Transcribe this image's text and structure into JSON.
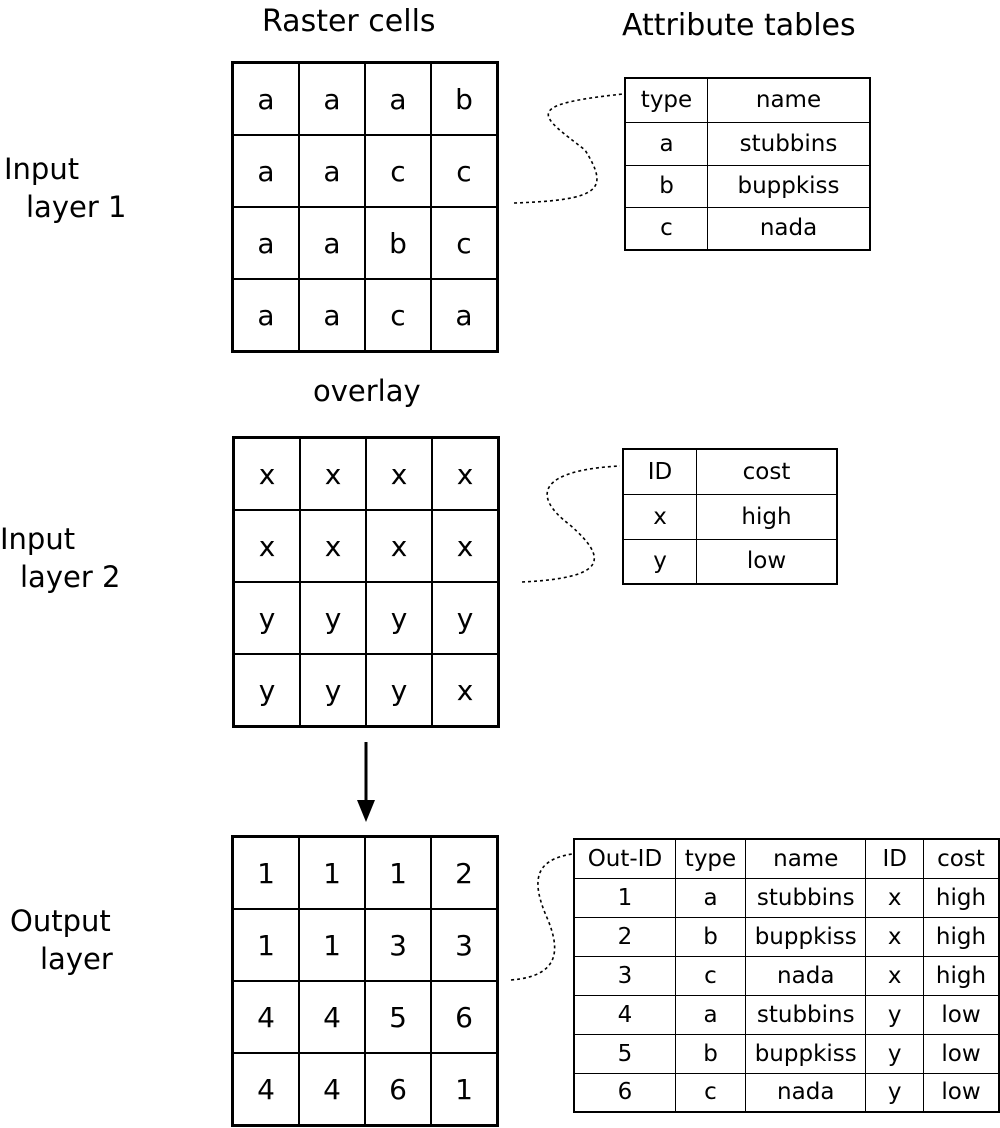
{
  "headers": {
    "raster": "Raster cells",
    "attr": "Attribute tables",
    "overlay": "overlay"
  },
  "layers": [
    {
      "label": [
        "Input",
        "layer 1"
      ],
      "cells": [
        [
          "a",
          "a",
          "a",
          "b"
        ],
        [
          "a",
          "a",
          "c",
          "c"
        ],
        [
          "a",
          "a",
          "b",
          "c"
        ],
        [
          "a",
          "a",
          "c",
          "a"
        ]
      ]
    },
    {
      "label": [
        "Input",
        "layer 2"
      ],
      "cells": [
        [
          "x",
          "x",
          "x",
          "x"
        ],
        [
          "x",
          "x",
          "x",
          "x"
        ],
        [
          "y",
          "y",
          "y",
          "y"
        ],
        [
          "y",
          "y",
          "y",
          "x"
        ]
      ]
    },
    {
      "label": [
        "Output",
        "layer"
      ],
      "cells": [
        [
          "1",
          "1",
          "1",
          "2"
        ],
        [
          "1",
          "1",
          "3",
          "3"
        ],
        [
          "4",
          "4",
          "5",
          "6"
        ],
        [
          "4",
          "4",
          "6",
          "1"
        ]
      ]
    }
  ],
  "tables": [
    {
      "columns": [
        "type",
        "name"
      ],
      "rows": [
        [
          "a",
          "stubbins"
        ],
        [
          "b",
          "buppkiss"
        ],
        [
          "c",
          "nada"
        ]
      ]
    },
    {
      "columns": [
        "ID",
        "cost"
      ],
      "rows": [
        [
          "x",
          "high"
        ],
        [
          "y",
          "low"
        ]
      ]
    },
    {
      "columns": [
        "Out-ID",
        "type",
        "name",
        "ID",
        "cost"
      ],
      "rows": [
        [
          "1",
          "a",
          "stubbins",
          "x",
          "high"
        ],
        [
          "2",
          "b",
          "buppkiss",
          "x",
          "high"
        ],
        [
          "3",
          "c",
          "nada",
          "x",
          "high"
        ],
        [
          "4",
          "a",
          "stubbins",
          "y",
          "low"
        ],
        [
          "5",
          "b",
          "buppkiss",
          "y",
          "low"
        ],
        [
          "6",
          "c",
          "nada",
          "y",
          "low"
        ]
      ]
    }
  ]
}
